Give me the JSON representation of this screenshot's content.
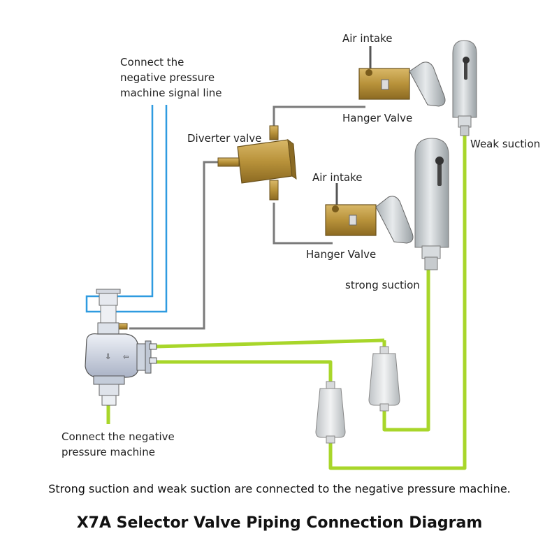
{
  "labels": {
    "signal_line": [
      "Connect the",
      "negative pressure",
      "machine signal line"
    ],
    "air_intake_top": "Air intake",
    "hanger_valve_top": "Hanger Valve",
    "diverter_valve": "Diverter valve",
    "weak_suction": "Weak suction",
    "air_intake_bottom": "Air intake",
    "hanger_valve_bottom": "Hanger Valve",
    "strong_suction": "strong suction",
    "negative_machine": [
      "Connect the negative",
      "pressure machine"
    ]
  },
  "caption": "Strong suction and weak suction are connected to the negative pressure machine.",
  "title": "X7A Selector Valve Piping Connection Diagram",
  "colors": {
    "suction_tube": "#a8d62a",
    "signal_line": "#2f9be0",
    "air_hose": "#7a7a7a",
    "brass": "#b8923a",
    "handpiece": "#c9ced1",
    "valve_body": "#cfd6e6"
  },
  "icons": [
    "selector-valve-icon",
    "diverter-valve-icon",
    "hanger-valve-icon",
    "suction-handpiece-icon",
    "inline-filter-icon"
  ]
}
